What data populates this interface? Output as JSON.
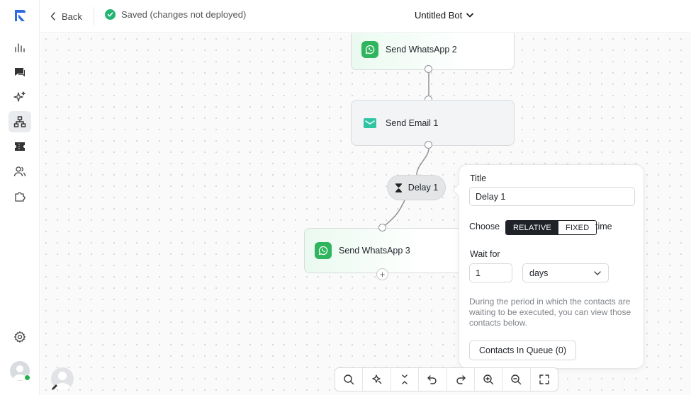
{
  "header": {
    "back_label": "Back",
    "status_text": "Saved (changes not deployed)",
    "bot_title": "Untitled Bot"
  },
  "sidebar": {
    "items": [
      {
        "icon": "analytics-icon"
      },
      {
        "icon": "chat-icon"
      },
      {
        "icon": "sparkles-icon"
      },
      {
        "icon": "flow-icon",
        "active": true
      },
      {
        "icon": "ticket-icon"
      },
      {
        "icon": "users-icon"
      },
      {
        "icon": "puzzle-icon"
      }
    ],
    "settings_icon": "gear-icon"
  },
  "canvas": {
    "nodes": [
      {
        "label": "Send WhatsApp 2",
        "type": "whatsapp"
      },
      {
        "label": "Send Email 1",
        "type": "email"
      },
      {
        "label": "Delay 1",
        "type": "delay"
      },
      {
        "label": "Send WhatsApp 3",
        "type": "whatsapp"
      }
    ]
  },
  "panel": {
    "title_label": "Title",
    "title_value": "Delay 1",
    "choose_label": "Choose",
    "option_relative": "RELATIVE",
    "option_fixed": "FIXED",
    "choose_suffix": "time",
    "selected_option": "RELATIVE",
    "wait_label": "Wait for",
    "wait_value": "1",
    "wait_unit": "days",
    "help_text": "During the period in which the contacts are waiting to be executed, you can view those contacts below.",
    "queue_button": "Contacts In Queue (0)"
  },
  "toolbar": {
    "tools": [
      "search-icon",
      "auto-layout-icon",
      "collapse-icon",
      "undo-icon",
      "redo-icon",
      "zoom-in-icon",
      "zoom-out-icon",
      "fullscreen-icon"
    ]
  },
  "colors": {
    "accent": "#1f2328",
    "whatsapp": "#2fb55d",
    "email": "#2ec4a4",
    "saved": "#22b573",
    "online": "#22b14c"
  }
}
